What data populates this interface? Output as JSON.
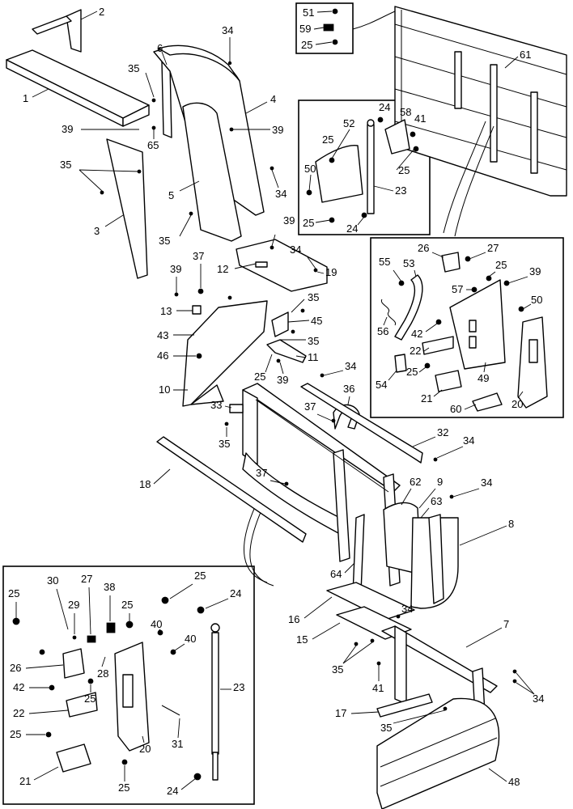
{
  "callouts": {
    "c1": "1",
    "c2": "2",
    "c3": "3",
    "c4": "4",
    "c5": "5",
    "c6": "6",
    "c7": "7",
    "c8": "8",
    "c9": "9",
    "c10": "10",
    "c11": "11",
    "c12": "12",
    "c13": "13",
    "c15": "15",
    "c16": "16",
    "c17": "17",
    "c18": "18",
    "c19": "19",
    "c20": "20",
    "c21": "21",
    "c22": "22",
    "c23": "23",
    "c24": "24",
    "c25": "25",
    "c26": "26",
    "c27": "27",
    "c28": "28",
    "c29": "29",
    "c30": "30",
    "c31": "31",
    "c32": "32",
    "c33": "33",
    "c34": "34",
    "c35": "35",
    "c36": "36",
    "c37": "37",
    "c38": "38",
    "c39": "39",
    "c40": "40",
    "c41": "41",
    "c42": "42",
    "c43": "43",
    "c45": "45",
    "c46": "46",
    "c48": "48",
    "c49": "49",
    "c50": "50",
    "c51": "51",
    "c52": "52",
    "c53": "53",
    "c54": "54",
    "c55": "55",
    "c56": "56",
    "c57": "57",
    "c58": "58",
    "c59": "59",
    "c60": "60",
    "c61": "61",
    "c62": "62",
    "c63": "63",
    "c64": "64",
    "c65": "65"
  }
}
